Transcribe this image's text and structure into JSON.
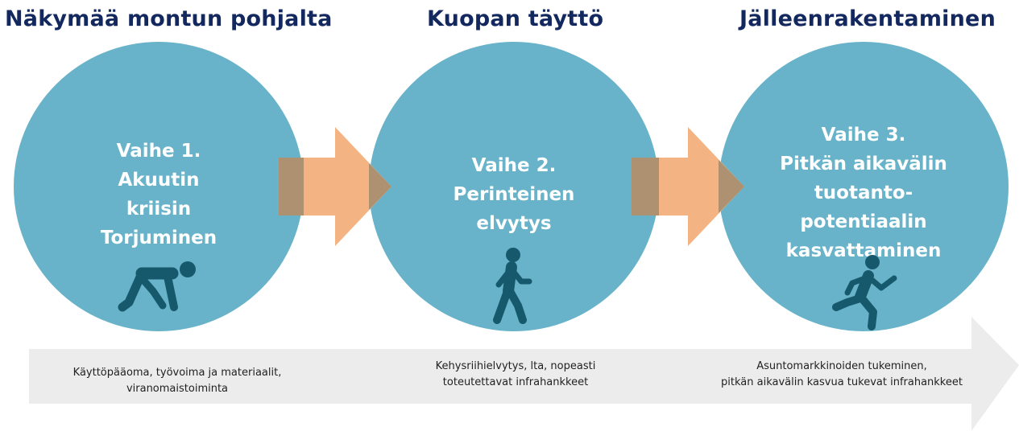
{
  "headings": {
    "stage1": "Näkymää montun pohjalta",
    "stage2": "Kuopan täyttö",
    "stage3": "Jälleenrakentaminen"
  },
  "stages": {
    "stage1": [
      "Vaihe 1.",
      "Akuutin",
      "kriisin",
      "Torjuminen"
    ],
    "stage2": [
      "Vaihe 2.",
      "Perinteinen",
      "elvytys"
    ],
    "stage3": [
      "Vaihe 3.",
      "Pitkän aikavälin",
      "tuotanto-",
      "potentiaalin",
      "kasvattaminen"
    ]
  },
  "captions": {
    "stage1": [
      "Käyttöpääoma, työvoima ja materiaalit,",
      "viranomaistoiminta"
    ],
    "stage2": [
      "Kehysriihielvytys, lta, nopeasti",
      "toteutettavat infrahankkeet"
    ],
    "stage3": [
      "Asuntomarkkinoiden tukeminen,",
      "pitkän aikavälin kasvua tukevat infrahankkeet"
    ]
  },
  "icons": {
    "stage1": "crouching-start-runner-icon",
    "stage2": "walking-person-icon",
    "stage3": "running-person-icon",
    "connector": "orange-arrow-icon",
    "timeline": "grey-timeline-arrow"
  },
  "colors": {
    "heading": "#12285e",
    "circle": "#68b3c9",
    "figure": "#17596c",
    "arrow": "#f3b382",
    "arrow_overlap": "#ad9171",
    "band": "#ececec",
    "caption": "#222222"
  }
}
